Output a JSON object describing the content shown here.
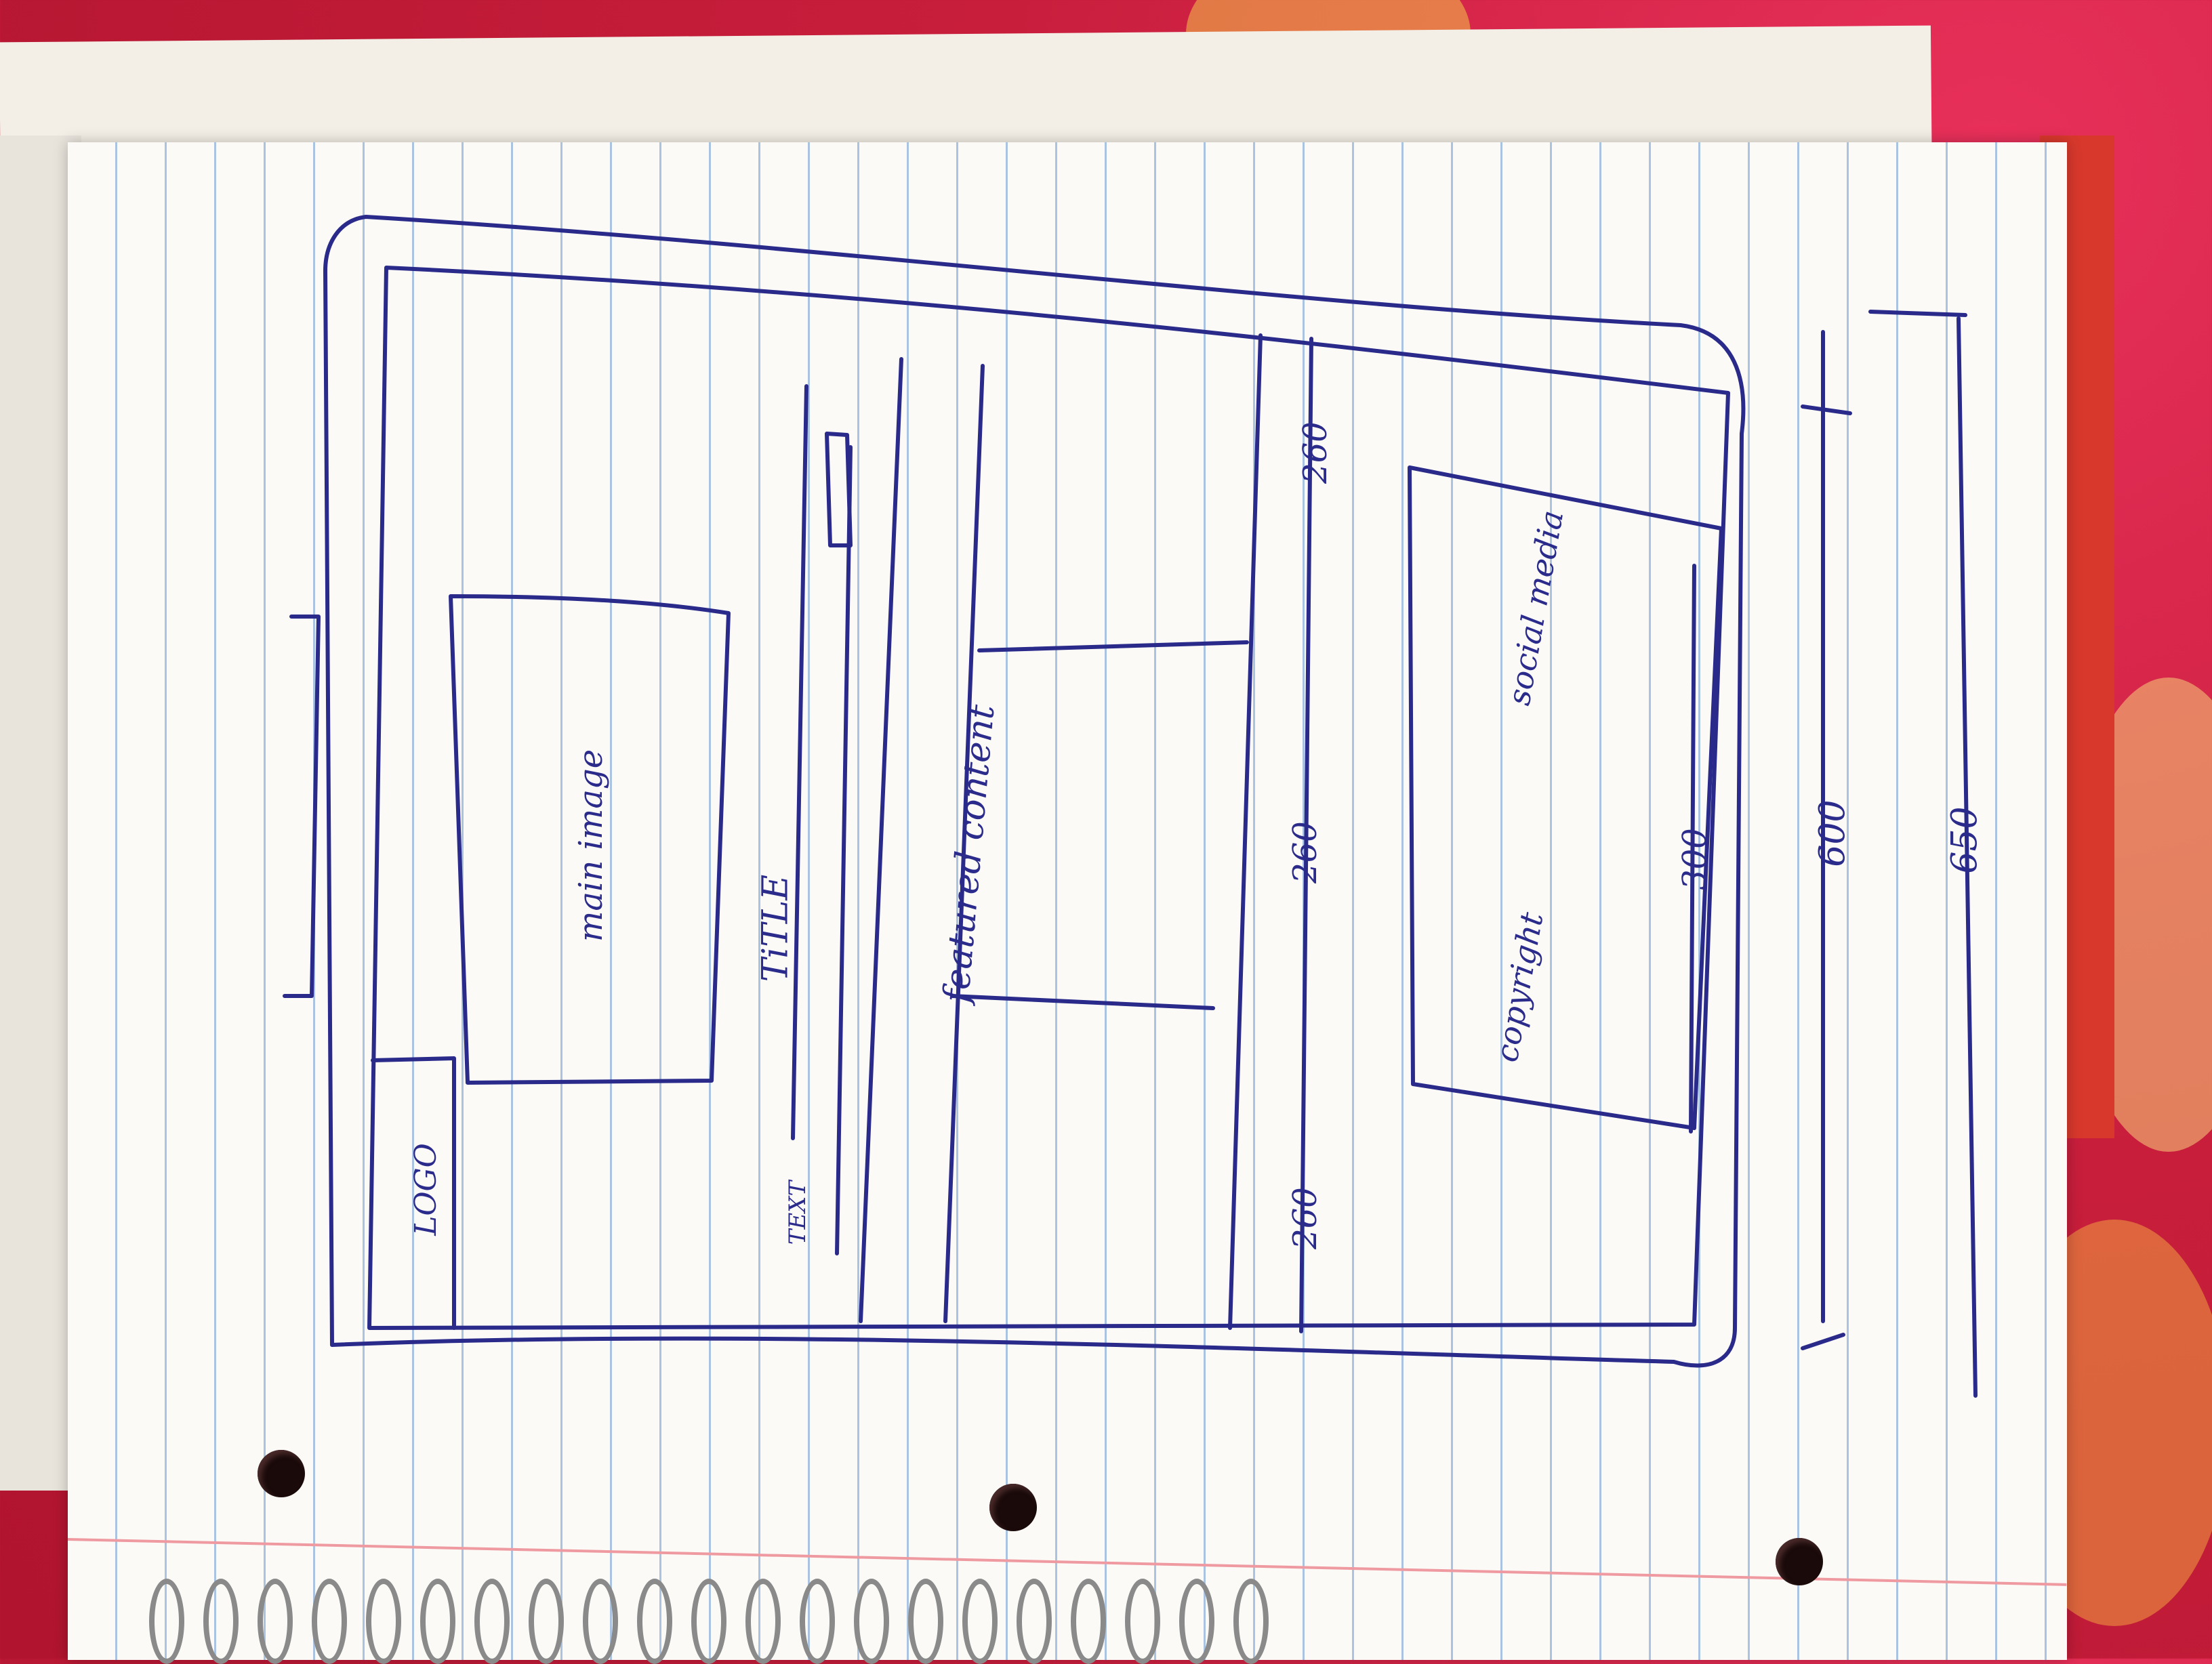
{
  "sketch": {
    "logo": "LOGO",
    "main_image": "main image",
    "title": "TiTLE",
    "text": "TEXT",
    "featured_content": "featured content",
    "social_media": "social media",
    "copyright": "copyright",
    "dim_260_a": "260",
    "dim_260_b": "260",
    "dim_260_c": "260",
    "dim_300": "300",
    "dim_600": "600",
    "dim_650": "650"
  }
}
